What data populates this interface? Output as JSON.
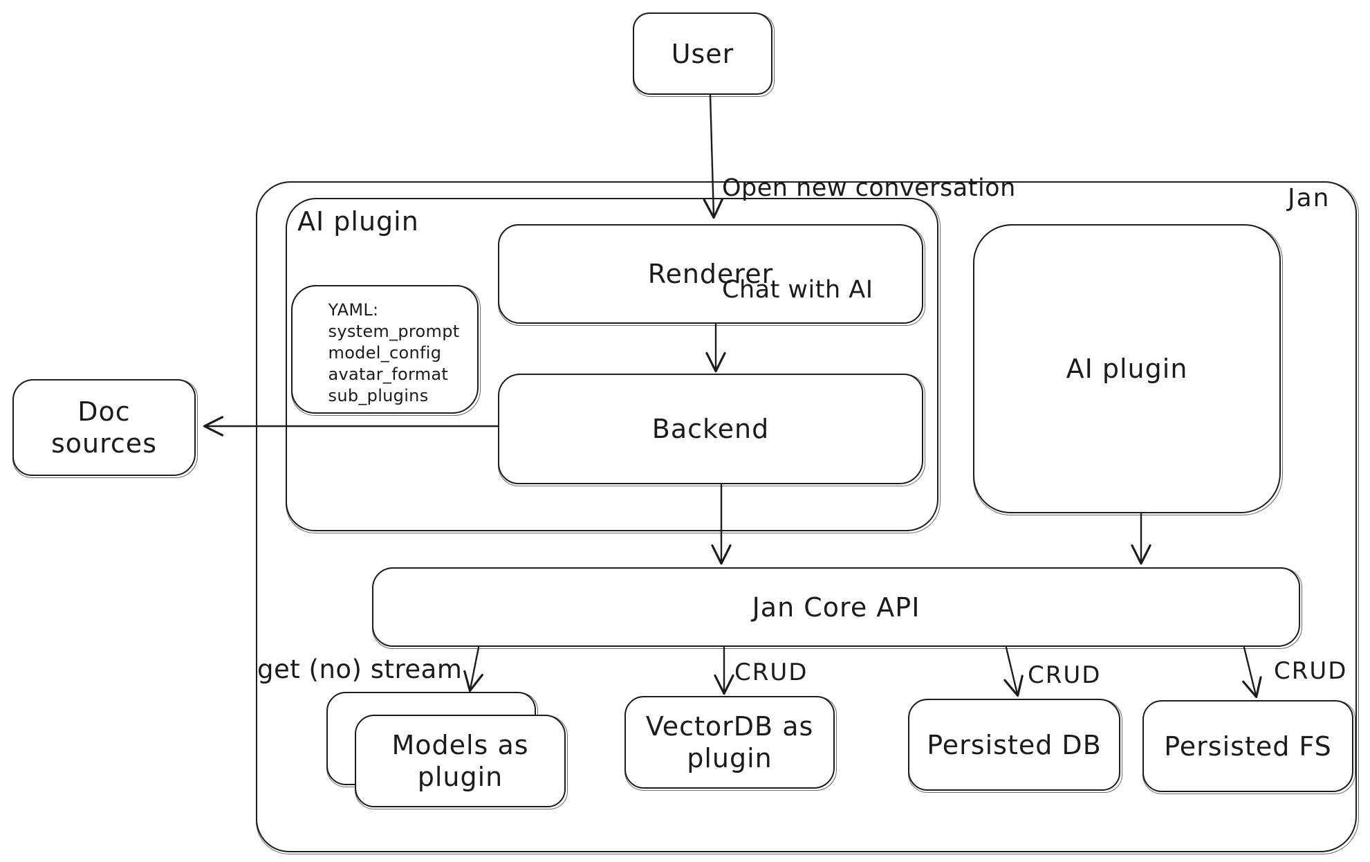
{
  "colors": {
    "stroke": "#1b1b1b",
    "background": "#ffffff"
  },
  "nodes": {
    "user": {
      "label": "User"
    },
    "jan": {
      "label": "Jan"
    },
    "ai_plugin_container": {
      "label": "AI plugin"
    },
    "yaml_note": {
      "title": "YAML:",
      "lines": [
        "system_prompt",
        "model_config",
        "avatar_format",
        "sub_plugins"
      ]
    },
    "renderer": {
      "label": "Renderer"
    },
    "backend": {
      "label": "Backend"
    },
    "ai_plugin": {
      "label": "AI plugin"
    },
    "doc_sources": {
      "label": "Doc sources"
    },
    "jan_core_api": {
      "label": "Jan Core API"
    },
    "models_as_plugin": {
      "label": "Models as plugin"
    },
    "vectordb_as_plugin": {
      "label": "VectorDB as plugin"
    },
    "persisted_db": {
      "label": "Persisted DB"
    },
    "persisted_fs": {
      "label": "Persisted FS"
    }
  },
  "edges": {
    "user_to_renderer": {
      "label_line1": "Open new conversation",
      "label_line2": "Chat with AI"
    },
    "api_to_models": {
      "label": "get (no) stream"
    },
    "api_to_vectordb": {
      "label": "CRUD"
    },
    "api_to_persisted_db": {
      "label": "CRUD"
    },
    "api_to_persisted_fs": {
      "label": "CRUD"
    }
  }
}
